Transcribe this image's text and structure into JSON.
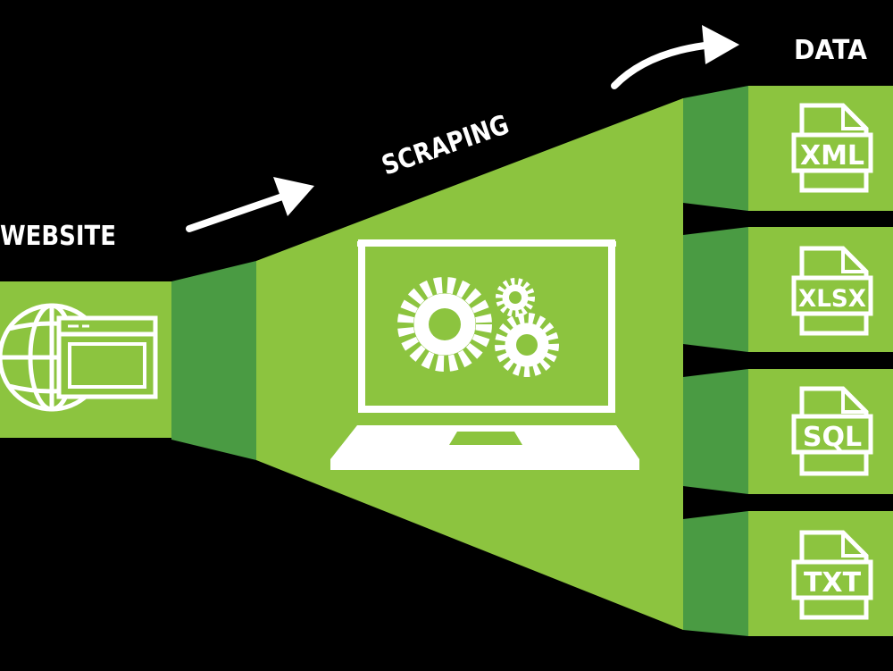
{
  "labels": {
    "website": "WEBSITE",
    "scraping": "SCRAPING",
    "data": "DATA"
  },
  "files": [
    {
      "label": "XML"
    },
    {
      "label": "XLSX"
    },
    {
      "label": "SQL"
    },
    {
      "label": "TXT"
    }
  ],
  "colors": {
    "background": "#000000",
    "light_green": "#8CC43F",
    "dark_green": "#4A9B43",
    "white": "#FFFFFF"
  },
  "icons": {
    "website": "globe-with-browser-window-icon",
    "scraping": "laptop-with-gears-icon",
    "files": "document-file-icon"
  }
}
